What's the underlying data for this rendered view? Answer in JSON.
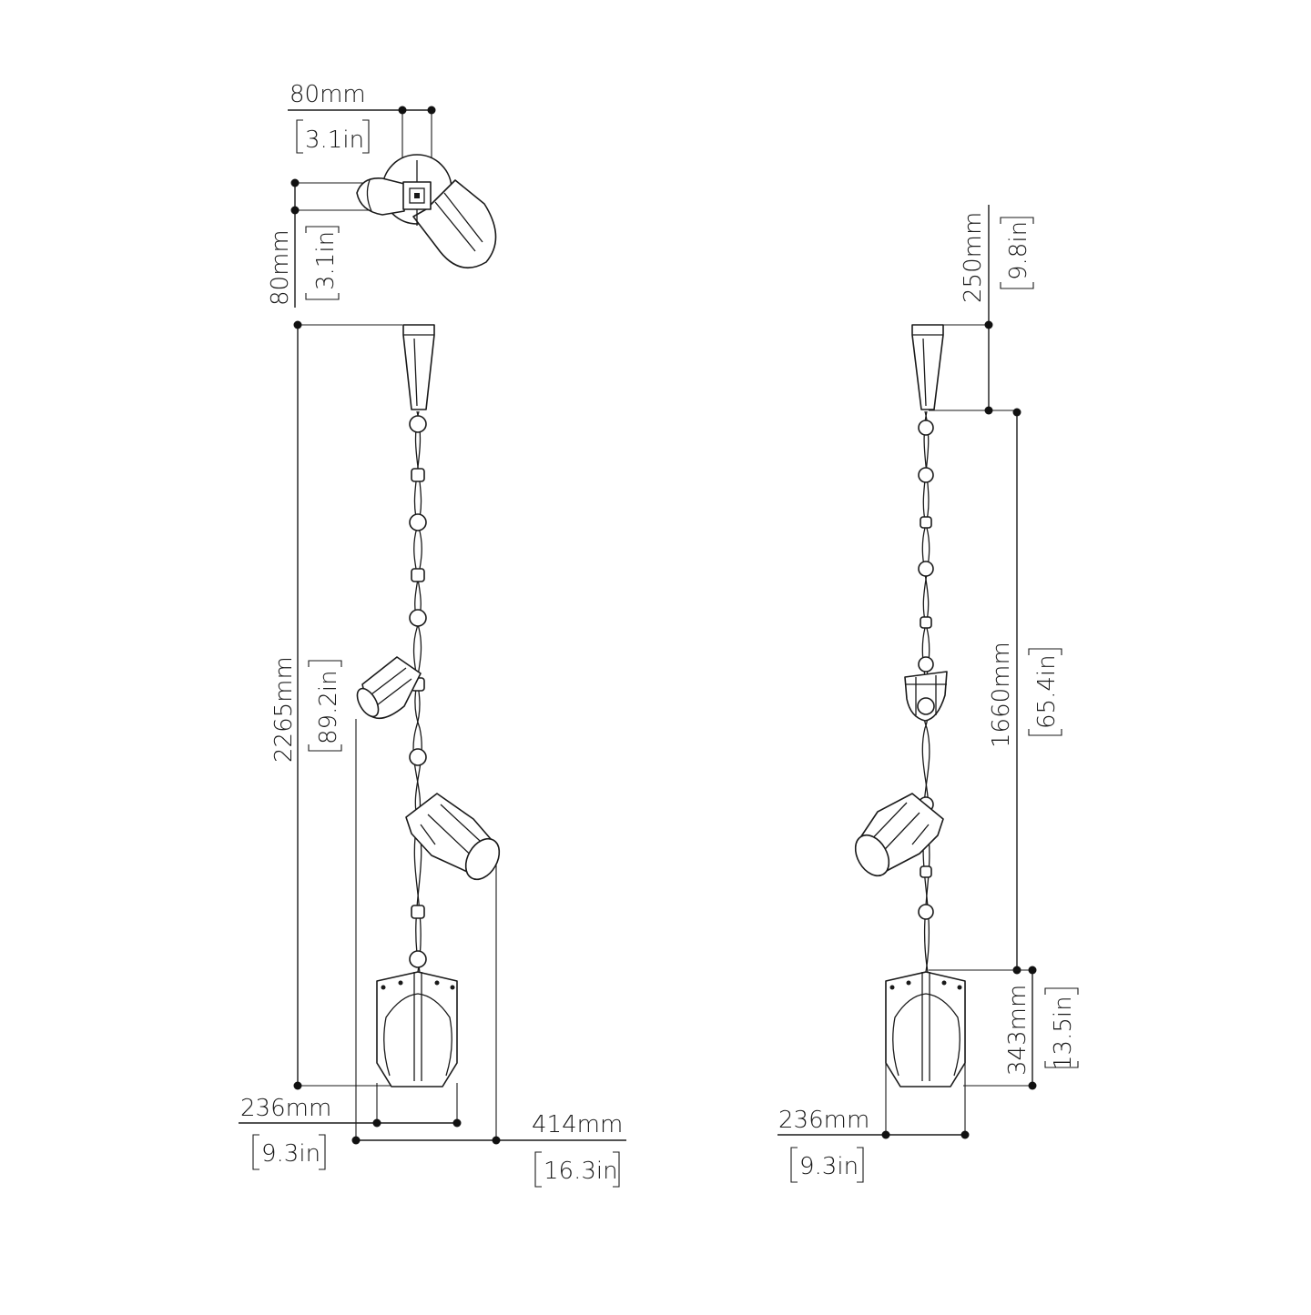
{
  "colors": {
    "line": "#1a1a1a",
    "background": "#ffffff"
  },
  "top_view": {
    "width_mm": "80mm",
    "width_in": "3.1in",
    "depth_mm": "80mm",
    "depth_in": "3.1in"
  },
  "front_view": {
    "drop_mm": "2265mm",
    "drop_in": "89.2in",
    "shade_width_mm": "236mm",
    "shade_width_in": "9.3in",
    "overall_width_mm": "414mm",
    "overall_width_in": "16.3in"
  },
  "side_view": {
    "canopy_mm": "250mm",
    "canopy_in": "9.8in",
    "chain_mm": "1660mm",
    "chain_in": "65.4in",
    "shade_height_mm": "343mm",
    "shade_height_in": "13.5in",
    "shade_width_mm": "236mm",
    "shade_width_in": "9.3in"
  }
}
